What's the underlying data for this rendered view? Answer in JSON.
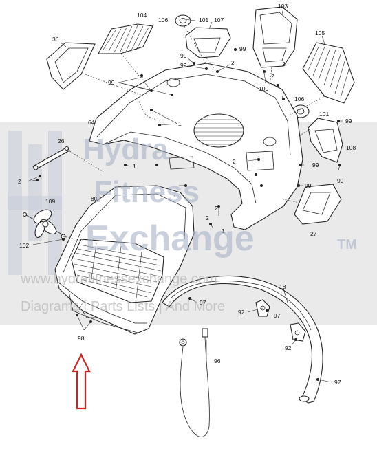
{
  "labels": {
    "l104": "104",
    "l106a": "106",
    "l101a": "101",
    "l107": "107",
    "l103": "103",
    "l36": "36",
    "l105": "105",
    "l99a": "99",
    "l99b": "99",
    "l99c": "99",
    "l99d": "99",
    "l2a": "2",
    "l2b": "2",
    "l2c": "2",
    "l100": "100",
    "l106b": "106",
    "l101b": "101",
    "l99e": "99",
    "l64": "64",
    "l1a": "1",
    "l26": "26",
    "l108": "108",
    "l2d": "2",
    "l1b": "1",
    "l2e": "2",
    "l99f": "99",
    "l99g": "99",
    "l99h": "99",
    "l1c": "1",
    "l109": "109",
    "l80": "80",
    "l2f": "2",
    "l2g": "2",
    "l1d": "1",
    "l27": "27",
    "l102": "102",
    "l18": "18",
    "l97a": "97",
    "l92a": "92",
    "l97b": "97",
    "l92b": "92",
    "l98": "98",
    "l96": "96",
    "l97c": "97"
  },
  "watermark": {
    "line1": "Hydra",
    "line2": "Fitness",
    "line3": "Exchange",
    "tm": "TM",
    "url": "www.hydrafitnessexchange.com",
    "tagline": "Diagrams | Parts Lists | And More"
  },
  "colors": {
    "arrow": "#d42020",
    "watermark": "#a9b3c6"
  }
}
